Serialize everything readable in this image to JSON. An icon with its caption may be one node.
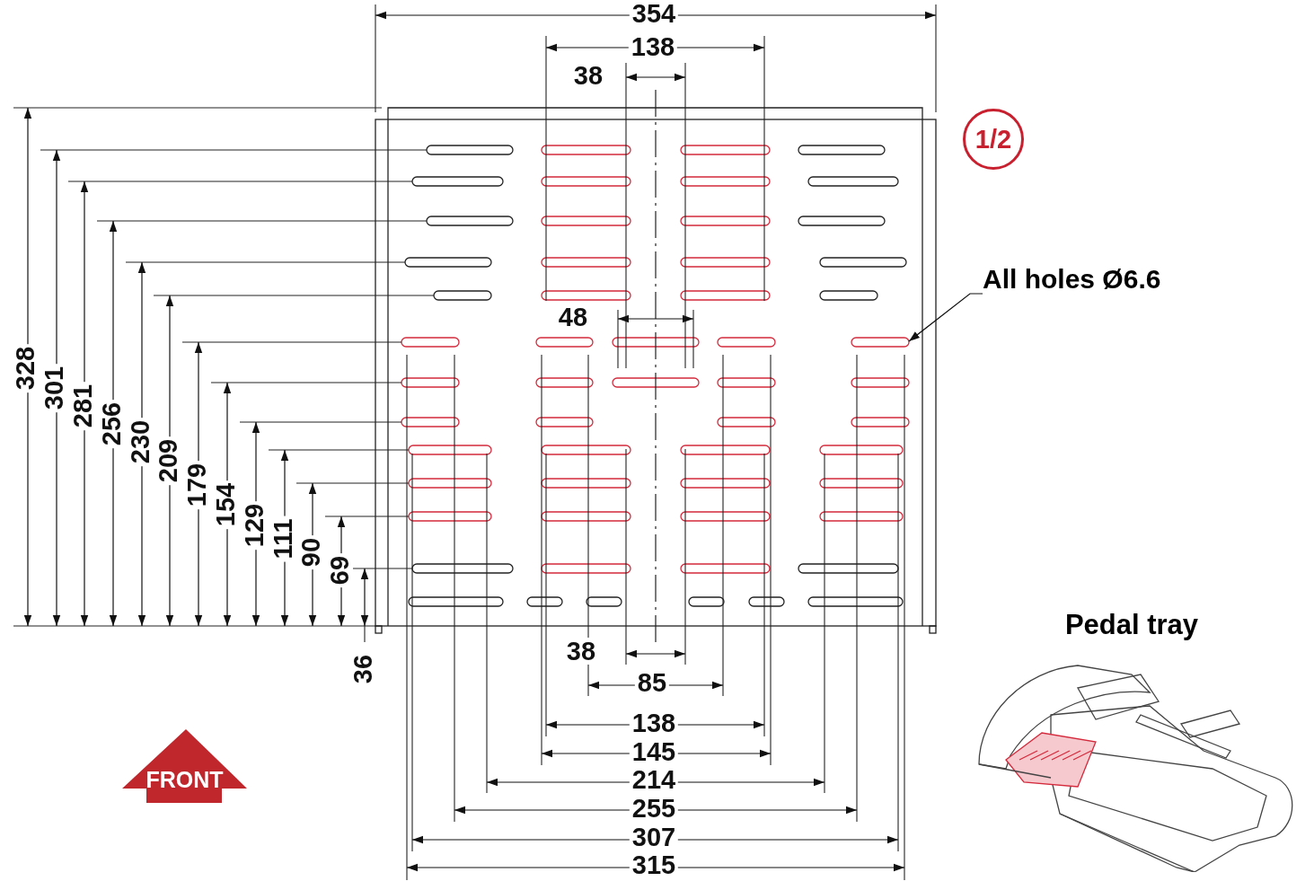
{
  "diagram": {
    "nodes": [
      {
        "text": [
          "All holes Ø6.6"
        ]
      },
      {
        "text": [],
        "shape": "bar"
      },
      {
        "text": [
          "1/2"
        ]
      },
      {
        "text": [
          "FRONT"
        ]
      },
      {
        "text": [
          "Pedal tray"
        ]
      }
    ],
    "edges": [
      {
        "from": 0,
        "to": 1,
        "arrow": "to"
      }
    ],
    "labels": [
      "354",
      "138",
      "38",
      "328",
      "301",
      "281",
      "256",
      "230",
      "209",
      "179",
      "154",
      "129",
      "111",
      "90",
      "69",
      "36",
      "48",
      "38",
      "85",
      "138",
      "145",
      "214",
      "255",
      "307",
      "315"
    ]
  }
}
